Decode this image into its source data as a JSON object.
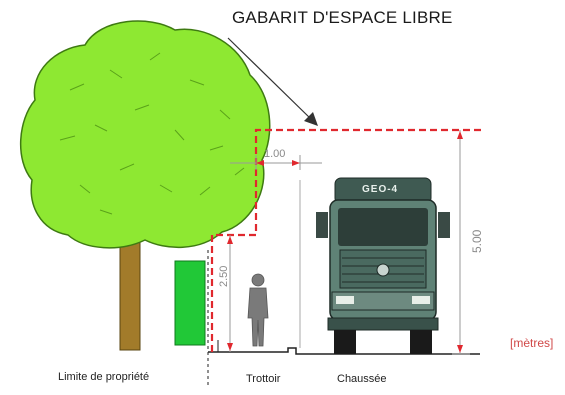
{
  "title": "GABARIT D'ESPACE LIBRE",
  "dimensions": {
    "horizontal_offset": "1.00",
    "sidewalk_height": "2.50",
    "roadway_height": "5.00"
  },
  "labels": {
    "property_limit": "Limite de propriété",
    "sidewalk": "Trottoir",
    "roadway": "Chaussée",
    "unit": "[mètres]"
  },
  "truck": {
    "brand_text": "GEO-4"
  },
  "colors": {
    "clearance_line": "#e0282e",
    "tree_foliage": "#8ee832",
    "tree_trunk": "#a27b2a",
    "hedge": "#21c837",
    "truck_body": "#5f8276",
    "dimension_text": "#8a8a8a"
  }
}
